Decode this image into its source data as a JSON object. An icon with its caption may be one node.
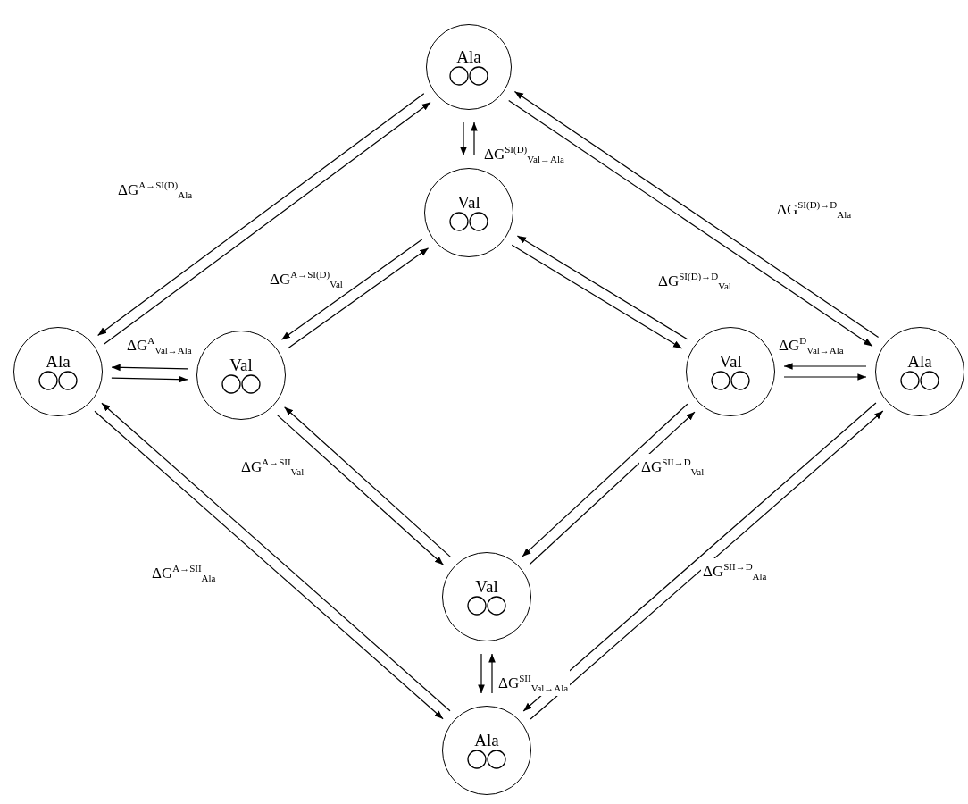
{
  "diagram": {
    "nodes": [
      {
        "text": [
          "Ala"
        ]
      },
      {
        "text": [
          "Val"
        ]
      },
      {
        "text": [
          "Ala"
        ]
      },
      {
        "text": [
          "Val"
        ]
      },
      {
        "text": [
          "Val"
        ]
      },
      {
        "text": [
          "Ala"
        ]
      },
      {
        "text": [
          "Val"
        ]
      },
      {
        "text": [
          "Ala"
        ]
      }
    ],
    "edges": [
      {
        "from": 1,
        "to": 0,
        "arrow": "to",
        "label": "ΔG$^{SI(D)}$$_{Val→Ala}$"
      },
      {
        "from": 0,
        "to": 1,
        "arrow": "to"
      },
      {
        "from": 0,
        "to": 2,
        "arrow": "to",
        "label": "ΔG$^{A→SI(D)}$$_{Ala}$"
      },
      {
        "from": 2,
        "to": 0,
        "arrow": "to"
      },
      {
        "from": 0,
        "to": 5,
        "arrow": "to",
        "label": "ΔG$^{SI(D)→D}$$_{Ala}$"
      },
      {
        "from": 5,
        "to": 0,
        "arrow": "to"
      },
      {
        "from": 1,
        "to": 3,
        "arrow": "to",
        "label": "ΔG$^{A→SI(D)}$$_{Val}$"
      },
      {
        "from": 3,
        "to": 1,
        "arrow": "to"
      },
      {
        "from": 1,
        "to": 4,
        "arrow": "to",
        "label": "ΔG$^{SI(D)→D}$$_{Val}$"
      },
      {
        "from": 4,
        "to": 1,
        "arrow": "to"
      },
      {
        "from": 2,
        "to": 3,
        "arrow": "to",
        "label": "ΔG$^{A}$$_{Val→Ala}$"
      },
      {
        "from": 3,
        "to": 2,
        "arrow": "to"
      },
      {
        "from": 4,
        "to": 5,
        "arrow": "to",
        "label": "ΔG$^{D}$$_{Val→Ala}$"
      },
      {
        "from": 5,
        "to": 4,
        "arrow": "to"
      },
      {
        "from": 3,
        "to": 6,
        "arrow": "to",
        "label": "ΔG$^{A→SII}$$_{Val}$"
      },
      {
        "from": 6,
        "to": 3,
        "arrow": "to"
      },
      {
        "from": 4,
        "to": 6,
        "arrow": "to",
        "label": "ΔG$^{SII→D}$$_{Val}$"
      },
      {
        "from": 6,
        "to": 4,
        "arrow": "to"
      },
      {
        "from": 2,
        "to": 7,
        "arrow": "to",
        "label": "ΔG$^{A→SII}$$_{Ala}$"
      },
      {
        "from": 7,
        "to": 2,
        "arrow": "to"
      },
      {
        "from": 6,
        "to": 7,
        "arrow": "to",
        "label": "ΔG$^{SII}$$_{Val→Ala}$"
      },
      {
        "from": 7,
        "to": 6,
        "arrow": "to"
      },
      {
        "from": 7,
        "to": 5,
        "arrow": "to",
        "label": "ΔG$^{SII→D}$$_{Ala}$"
      },
      {
        "from": 5,
        "to": 7,
        "arrow": "to"
      }
    ]
  }
}
